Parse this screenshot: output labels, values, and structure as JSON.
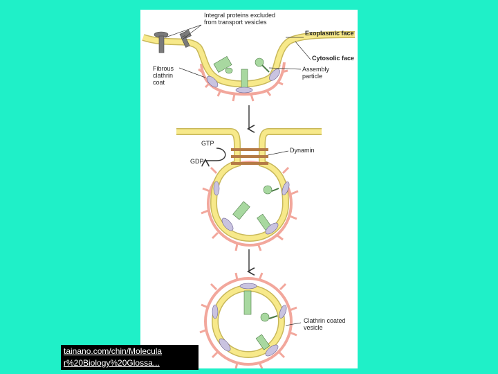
{
  "diagram": {
    "labels": {
      "integral_proteins": [
        "Integral proteins excluded",
        "from transport vesicles"
      ],
      "exoplasmic_face": "Exoplasmic face",
      "cytosolic_face": "Cytosolic face",
      "fibrous_clathrin_coat": [
        "Fibrous",
        "clathrin",
        "coat"
      ],
      "assembly_particle": [
        "Assembly",
        "particle"
      ],
      "gtp": "GTP",
      "gdp": "GDP",
      "dynamin": "Dynamin",
      "clathrin_coated_vesicle": [
        "Clathrin coated",
        "vesicle"
      ]
    },
    "colors": {
      "background": "#1ff0c8",
      "membrane_fill": "#f7e98a",
      "membrane_line": "#c8b85a",
      "clathrin": "#f2a79c",
      "protein_green": "#a8d8a0",
      "adaptor_purple": "#c9c3e0",
      "dynamin": "#b57a45",
      "integral_gray": "#7a7a7a"
    }
  },
  "caption": {
    "line1": "tainano.com/chin/Molecula",
    "line2": "r%20Biology%20Glossa..."
  }
}
